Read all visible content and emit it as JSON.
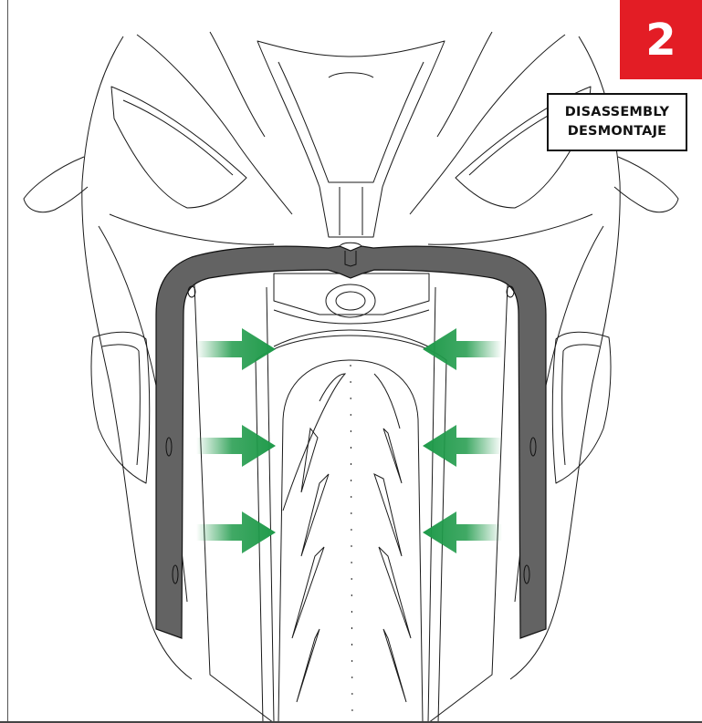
{
  "step": {
    "number": "2",
    "label_en": "DISASSEMBLY",
    "label_es": "DESMONTAJE"
  },
  "colors": {
    "badge": "#e31d25",
    "highlight_part": "#636363",
    "arrow": "#1f9a4a",
    "line": "#1a1a1a"
  },
  "icons": {
    "arrows": "arrow-icon"
  }
}
